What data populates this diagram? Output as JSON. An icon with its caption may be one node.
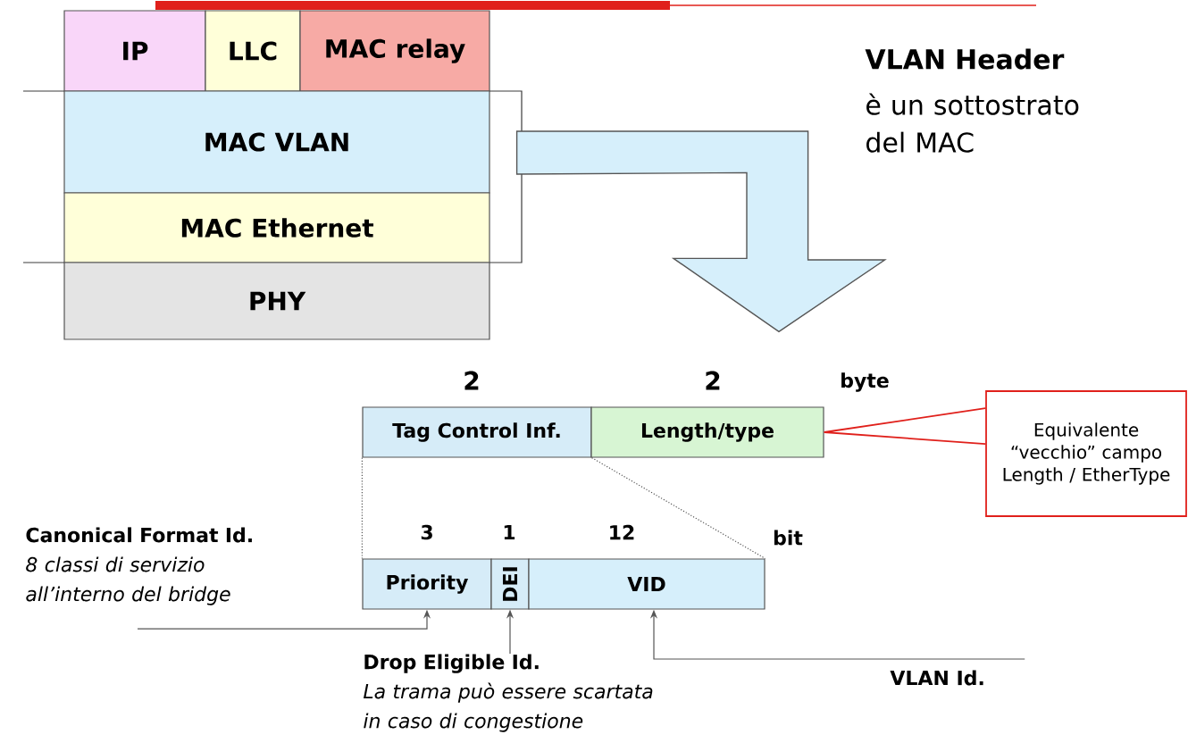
{
  "diagram": {
    "nodes": [
      {
        "text": [
          "IP"
        ]
      },
      {
        "text": [
          "LLC"
        ]
      },
      {
        "text": [
          "MAC relay"
        ]
      },
      {
        "text": [
          "MAC VLAN"
        ]
      },
      {
        "text": [
          "MAC Ethernet"
        ]
      },
      {
        "text": [
          "PHY"
        ]
      },
      {
        "text": [
          "Tag Control Inf."
        ]
      },
      {
        "text": [
          "Length/type"
        ]
      },
      {
        "text": [
          "Equivalente “vecchio” campo Length / EtherType"
        ]
      },
      {
        "text": [
          "Priority"
        ]
      },
      {
        "text": [
          "DEI"
        ]
      },
      {
        "text": [
          "VID"
        ]
      },
      {
        "text": [
          "Canonical Format Id.",
          "8 classi di servizio all’interno del bridge"
        ]
      },
      {
        "text": [
          "Drop Eligible Id.",
          "La trama può essere scartata in caso di congestione"
        ]
      },
      {
        "text": [
          "VLAN  Id."
        ]
      }
    ],
    "edges": [
      {
        "from": 3,
        "to": 7,
        "arrow": "to",
        "style": "thick"
      },
      {
        "from": 8,
        "to": 7,
        "arrow": "none",
        "color": "#e0201b"
      },
      {
        "from": 6,
        "to": 9,
        "arrow": "none",
        "style": "dashed"
      },
      {
        "from": 6,
        "to": 11,
        "arrow": "none",
        "style": "dashed"
      },
      {
        "from": 12,
        "to": 9,
        "arrow": "to"
      },
      {
        "from": 13,
        "to": 10,
        "arrow": "to"
      },
      {
        "from": 14,
        "to": 11,
        "arrow": "to"
      }
    ],
    "labels": [
      "VLAN Header",
      "è un sottostrato del MAC",
      "2",
      "2",
      "byte",
      "3",
      "1",
      "12",
      "bit"
    ]
  }
}
